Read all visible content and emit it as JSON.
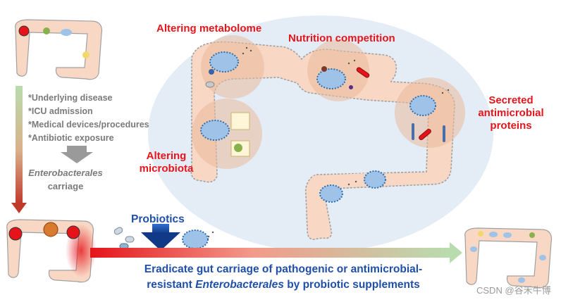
{
  "labels": {
    "altering_metabolome": "Altering metabolome",
    "nutrition_competition": "Nutrition competition",
    "secreted_line1": "Secreted",
    "secreted_line2": "antimicrobial",
    "secreted_line3": "proteins",
    "altering_line1": "Altering",
    "altering_line2": "microbiota"
  },
  "risk_factors": [
    "*Underlying disease",
    "*ICU admission",
    "*Medical devices/procedures",
    "*Antibiotic exposure"
  ],
  "carriage": {
    "line1": "Enterobacterales",
    "line2": "carriage"
  },
  "probiotics_label": "Probiotics",
  "bottom_text": {
    "line1": "Eradicate gut carriage of pathogenic or antimicrobial-",
    "line2_italic": "Enterobacterales",
    "line2_prefix": "resistant ",
    "line2_suffix": " by probiotic supplements"
  },
  "watermark": "CSDN @谷禾牛博",
  "colors": {
    "red_label": "#e8141b",
    "blue_text": "#1f4fa8",
    "gut": "#f8d8c4",
    "gut_outline": "#9a9a9a",
    "ellipse_bg": "#dfe9f4",
    "bacteria": "#9fc3e8"
  }
}
